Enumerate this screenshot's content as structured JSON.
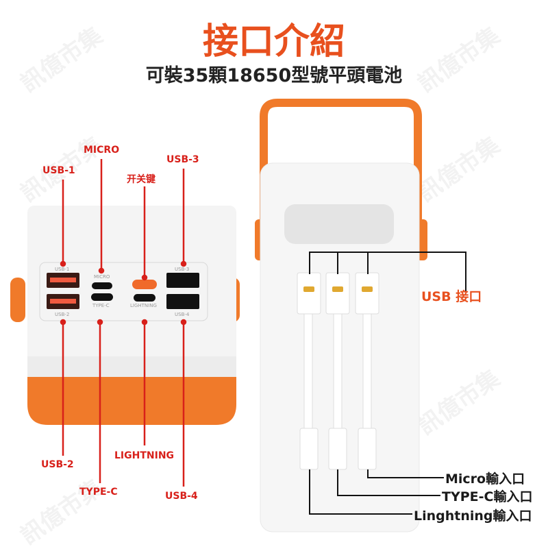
{
  "title": "接口介紹",
  "subtitle": "可裝35顆18650型號平頭電池",
  "watermark": "訊億市集",
  "left_labels": {
    "usb1": "USB-1",
    "micro": "MICRO",
    "power": "开关键",
    "usb3": "USB-3",
    "usb2": "USB-2",
    "typec": "TYPE-C",
    "lightning": "LIGHTNING",
    "usb4": "USB-4"
  },
  "panel_labels": {
    "usb1": "USB-1",
    "micro": "MICRO",
    "usb3": "USB-3",
    "usb2": "USB-2",
    "typec": "TYPE-C",
    "lightning": "LIGHTNING",
    "usb4": "USB-4"
  },
  "right_labels": {
    "usb": "USB 接口",
    "micro_in": "Micro輸入口",
    "typec_in": "TYPE-C輸入口",
    "lightning_in": "Linghtning輸入口"
  },
  "colors": {
    "accent": "#e8501e",
    "orange": "#f07a2a",
    "line_red": "#d8201a"
  }
}
